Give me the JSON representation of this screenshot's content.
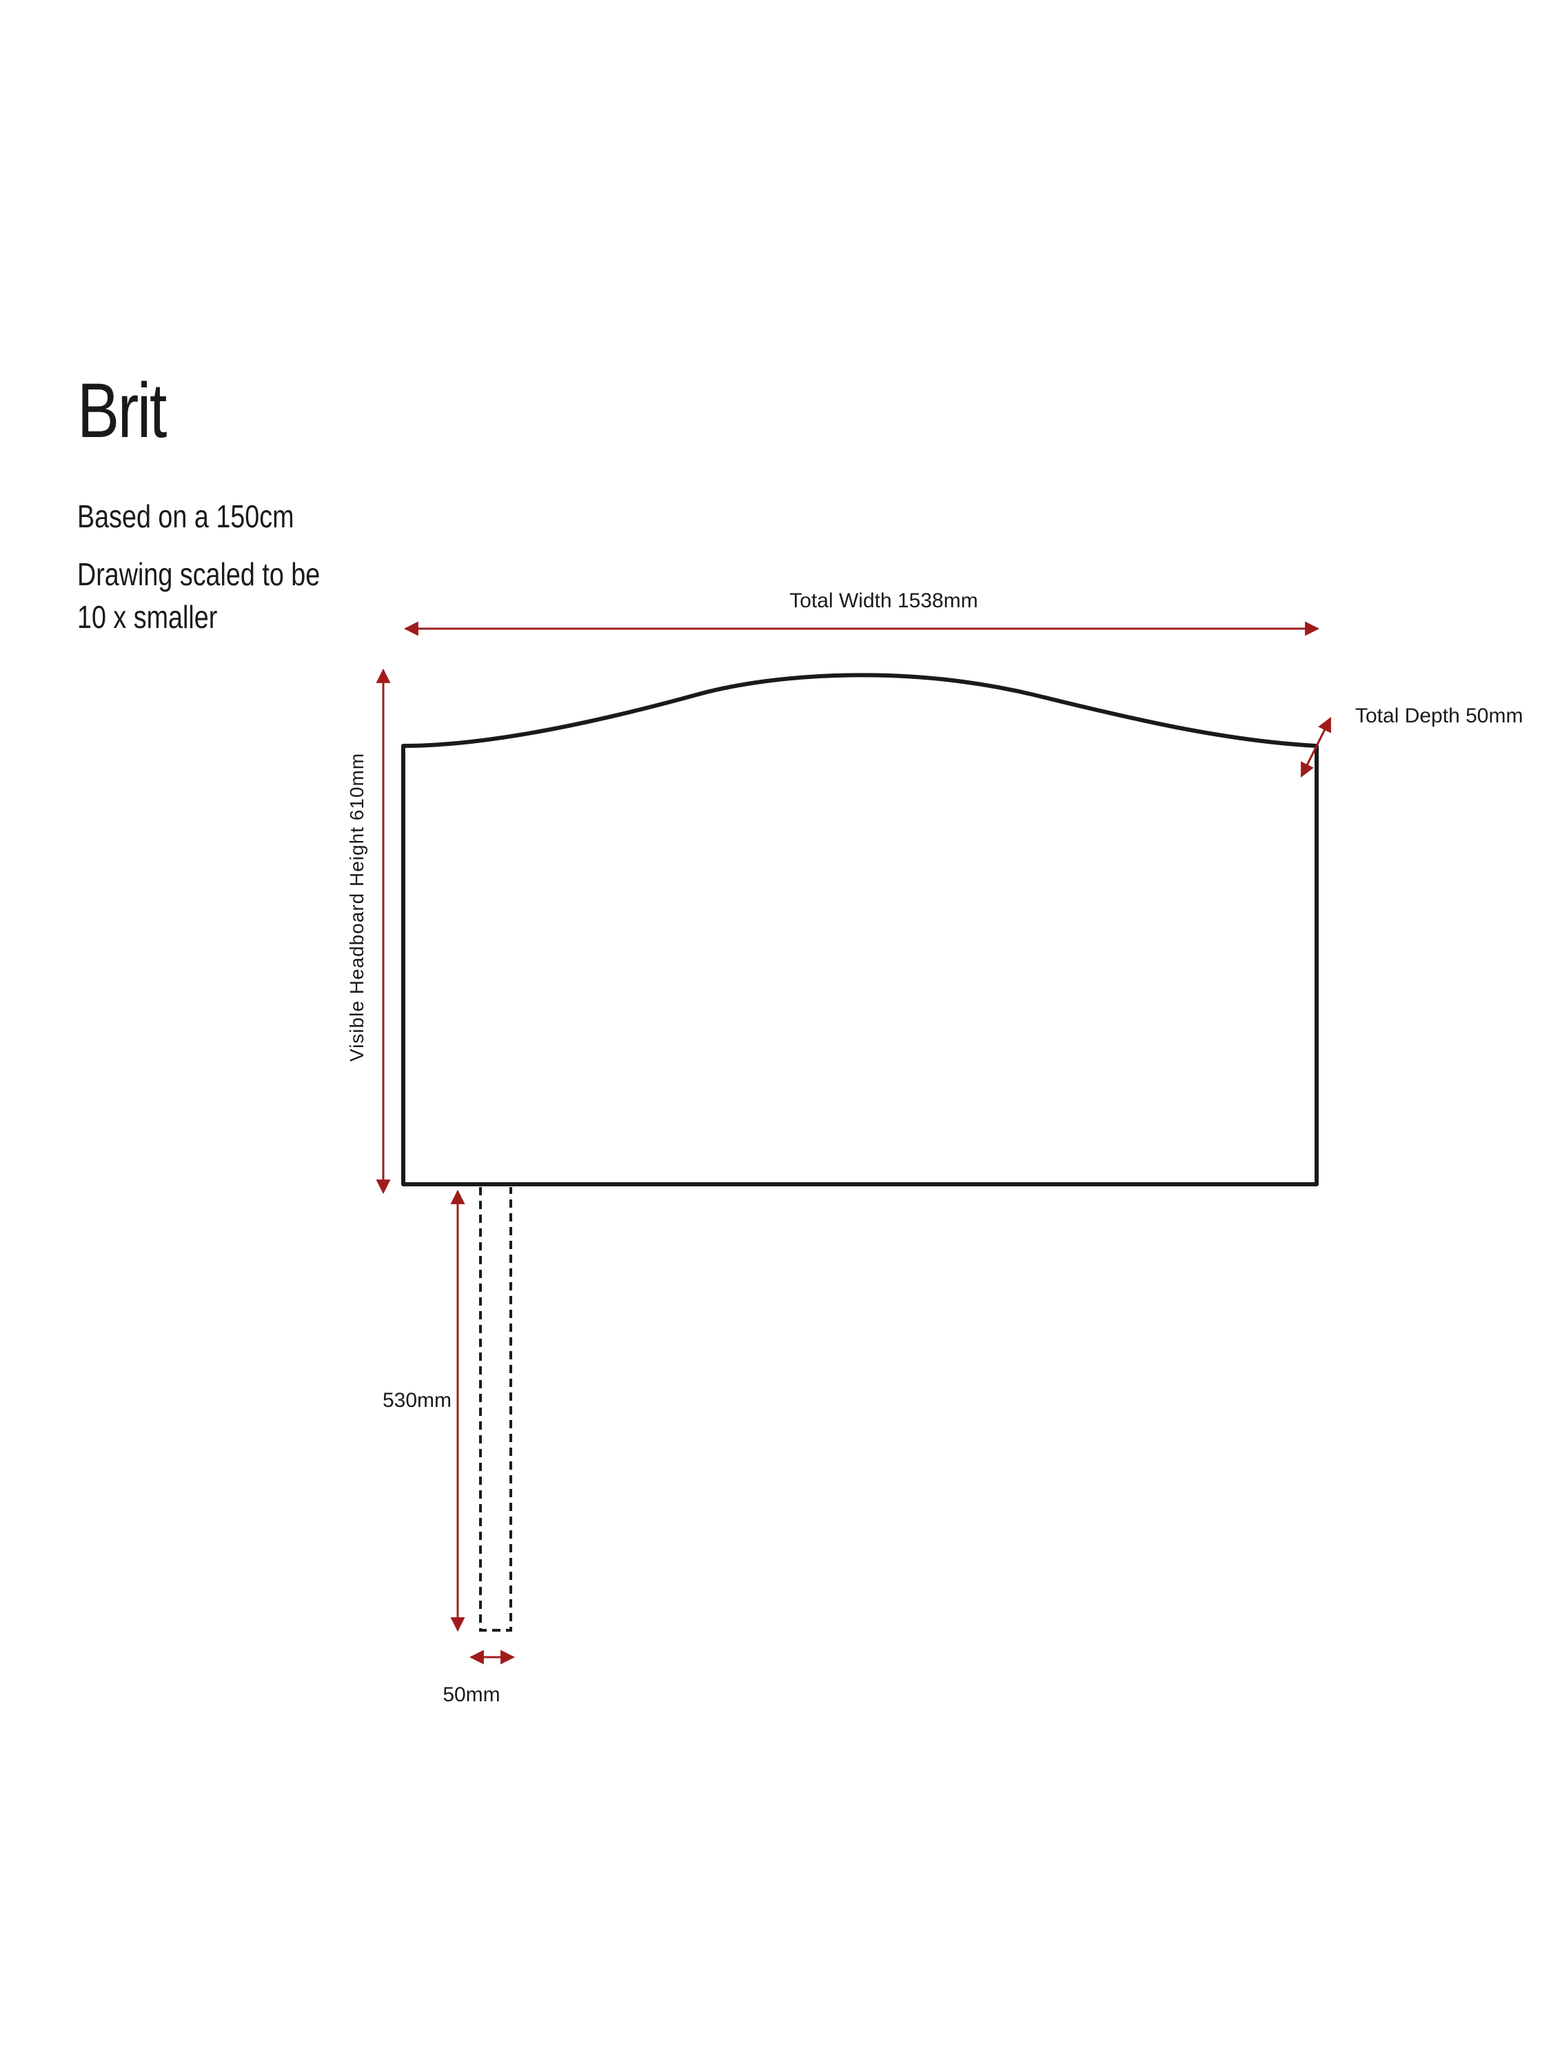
{
  "title": "Brit",
  "notes": {
    "based_on": "Based on a 150cm",
    "scale_line1": "Drawing scaled to be",
    "scale_line2": "10 x smaller"
  },
  "dimensions": {
    "total_width": "Total Width 1538mm",
    "total_depth": "Total Depth 50mm",
    "visible_height": "Visible Headboard Height 610mm",
    "strut_height": "530mm",
    "strut_width": "50mm"
  },
  "colors": {
    "outline": "#1a1a1a",
    "dimension_arrow": "#a01c1c"
  }
}
